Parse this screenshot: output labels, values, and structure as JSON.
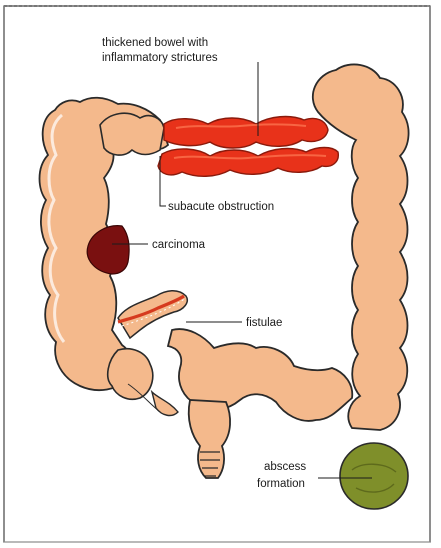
{
  "labels": {
    "thickened_line1": "thickened bowel with",
    "thickened_line2": "inflammatory strictures",
    "subacute": "subacute obstruction",
    "carcinoma": "carcinoma",
    "fistulae": "fistulae",
    "abscess_line1": "abscess",
    "abscess_line2": "formation"
  },
  "colors": {
    "bowel_fill": "#f4b98c",
    "bowel_outline": "#2a2a2a",
    "thickened_red": "#e8321a",
    "carcinoma": "#7a1010",
    "abscess": "#7f8f2a",
    "fistula_red": "#d63a1e"
  }
}
